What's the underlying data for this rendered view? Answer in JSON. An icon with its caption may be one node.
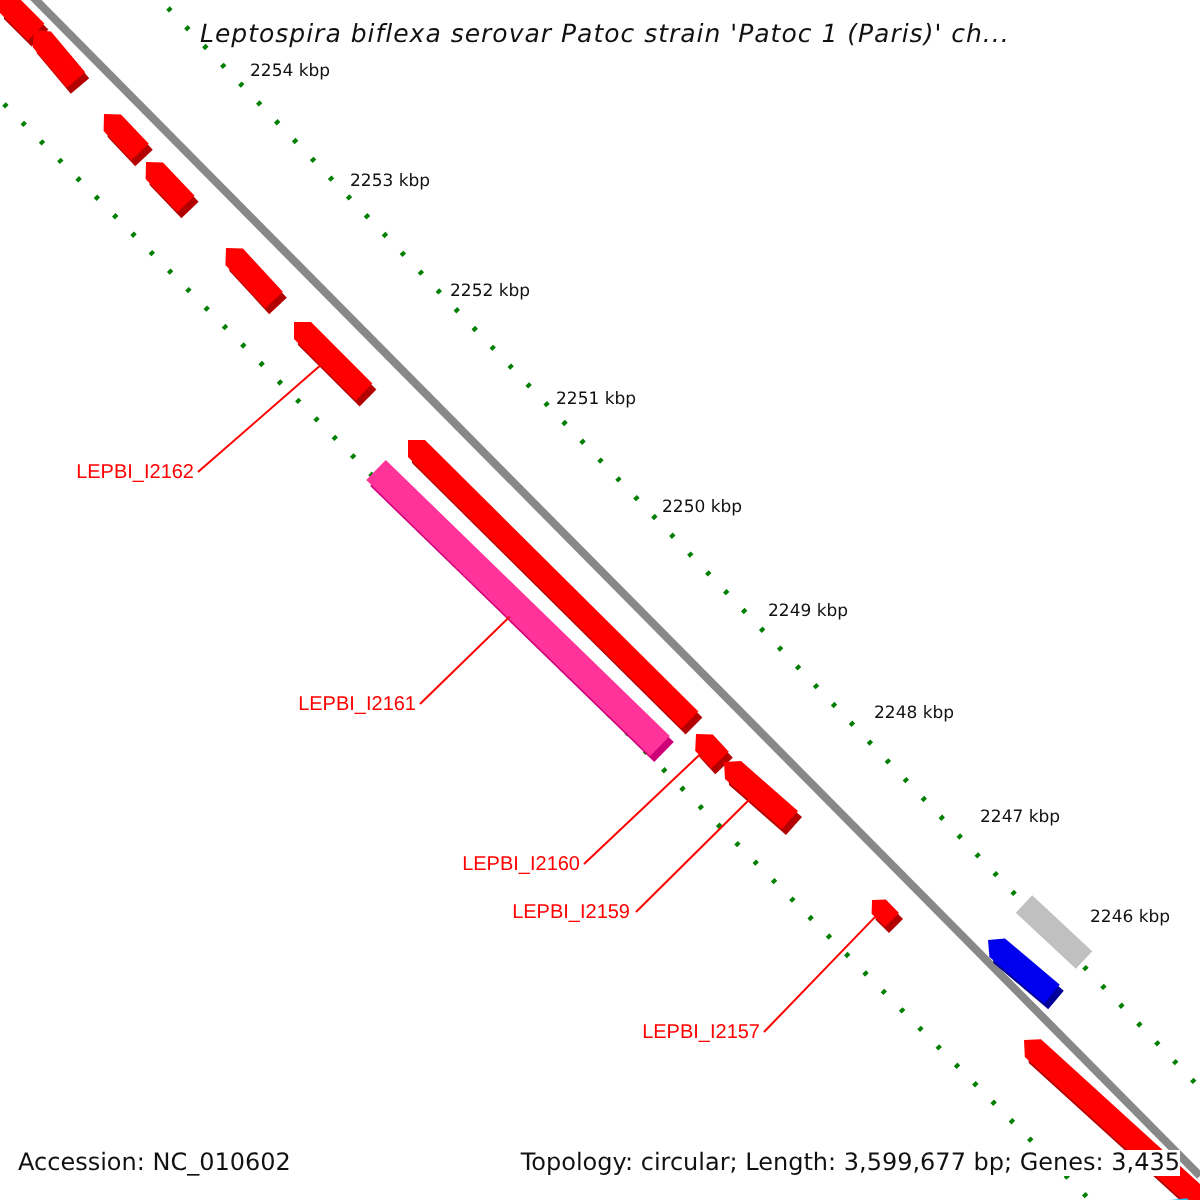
{
  "diagram": {
    "title": "Leptospira biflexa serovar Patoc strain 'Patoc 1 (Paris)' ch...",
    "nodes": [
      {
        "text": [
          "LEPBI_I2162"
        ]
      },
      {
        "text": [
          "LEPBI_I2161"
        ]
      },
      {
        "text": [
          "LEPBI_I2160"
        ]
      },
      {
        "text": [
          "LEPBI_I2159"
        ]
      },
      {
        "text": [
          "LEPBI_I2157"
        ]
      },
      {
        "text": [],
        "shape": "arrow"
      },
      {
        "text": [],
        "shape": "bar"
      },
      {
        "text": [],
        "shape": "arrow"
      },
      {
        "text": [],
        "shape": "arrow"
      },
      {
        "text": [],
        "shape": "arrow"
      }
    ],
    "edges": [
      {
        "from": 0,
        "to": 5,
        "arrow": "none"
      },
      {
        "from": 1,
        "to": 6,
        "arrow": "none"
      },
      {
        "from": 2,
        "to": 7,
        "arrow": "none"
      },
      {
        "from": 3,
        "to": 8,
        "arrow": "none"
      },
      {
        "from": 4,
        "to": 9,
        "arrow": "none"
      }
    ],
    "labels": [
      "2254 kbp",
      "2253 kbp",
      "2252 kbp",
      "2251 kbp",
      "2250 kbp",
      "2249 kbp",
      "2248 kbp",
      "2247 kbp",
      "2246 kbp",
      "Accession: NC_010602",
      "Topology: circular; Length: 3,599,677 bp; Genes: 3,435"
    ]
  }
}
